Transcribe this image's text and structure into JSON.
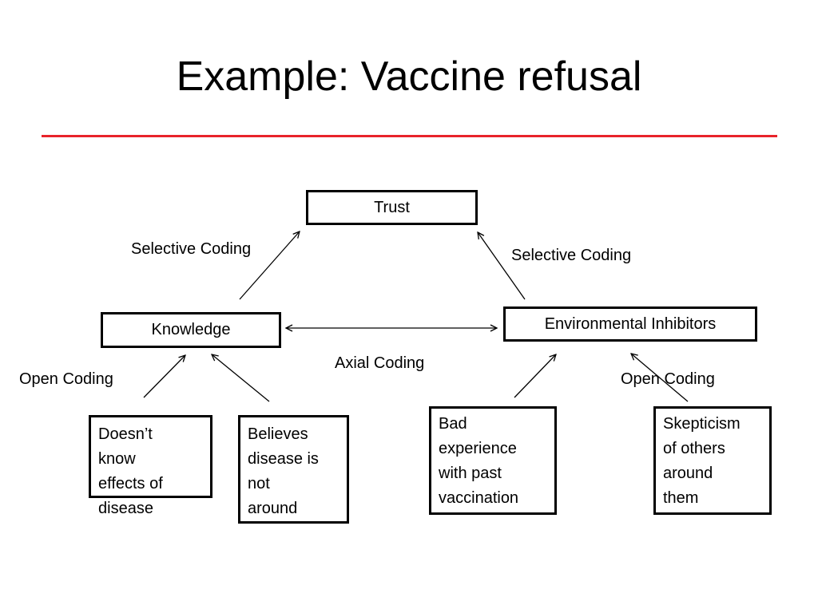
{
  "title": "Example: Vaccine refusal",
  "colors": {
    "rule": "#e8232a",
    "box_border": "#000000",
    "arrow": "#000000"
  },
  "nodes": {
    "trust": "Trust",
    "knowledge": "Knowledge",
    "environmental": "Environmental Inhibitors",
    "doesnt_know": "Doesn’t\nknow\neffects of\ndisease",
    "believes": "Believes\ndisease is\nnot\naround",
    "bad_experience": "Bad\nexperience\nwith past\nvaccination",
    "skepticism": "Skepticism\nof others\naround\nthem"
  },
  "labels": {
    "selective_left": "Selective Coding",
    "selective_right": "Selective Coding",
    "axial": "Axial Coding",
    "open_left": "Open Coding",
    "open_right": "Open Coding"
  }
}
